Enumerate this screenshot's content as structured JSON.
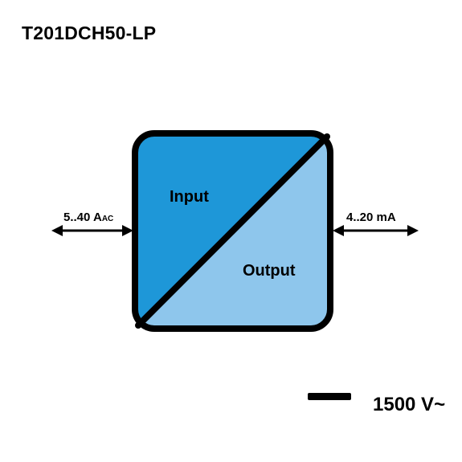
{
  "title": "T201DCH50-LP",
  "block": {
    "input_label": "Input",
    "output_label": "Output",
    "input_color": "#1e97d8",
    "output_color": "#8ec6ec",
    "border_color": "#000000"
  },
  "input_signal": {
    "value": "5..40 A",
    "unit_suffix": "AC"
  },
  "output_signal": {
    "value": "4..20 mA"
  },
  "isolation": {
    "value": "1500 V~"
  }
}
